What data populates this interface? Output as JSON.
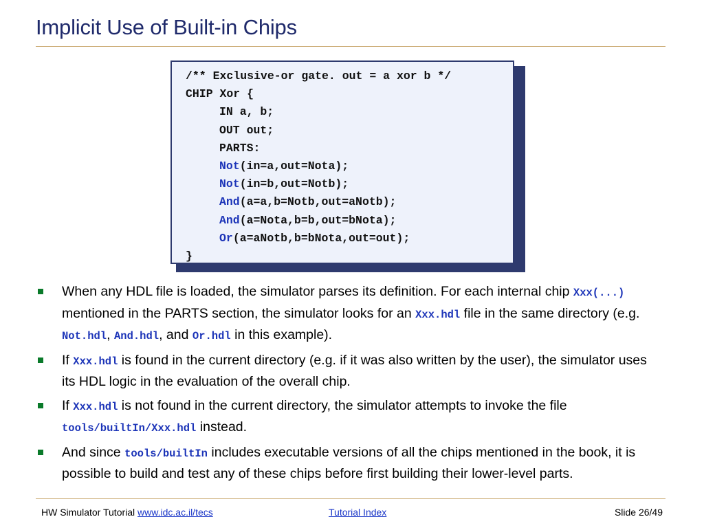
{
  "slide": {
    "title": "Implicit Use of Built-in Chips"
  },
  "code": {
    "lines": [
      "/** Exclusive-or gate. out = a xor b */",
      "CHIP Xor {",
      "IN a, b;",
      "OUT out;",
      "PARTS:",
      "Not",
      "(in=a,out=Nota);",
      "Not",
      "(in=b,out=Notb);",
      "And",
      "(a=a,b=Notb,out=aNotb);",
      "And",
      "(a=Nota,b=b,out=bNota);",
      "Or",
      "(a=aNotb,b=bNota,out=out);",
      "}"
    ]
  },
  "bullets": [
    {
      "t1": "When any HDL file is loaded, the simulator parses its definition.  For each internal chip ",
      "c1": "Xxx(...)",
      "t2": " mentioned in the PARTS section, the simulator looks for an ",
      "c2": "Xxx.hdl",
      "t3": " file in the same directory (e.g. ",
      "c3": "Not.hdl",
      "t4": ", ",
      "c4": "And.hdl",
      "t5": ", and ",
      "c5": "Or.hdl",
      "t6": " in this example)."
    },
    {
      "t1": "If ",
      "c1": "Xxx.hdl",
      "t2": " is found in the current directory (e.g. if it was also written by the user), the simulator uses its HDL logic in the evaluation of the overall chip."
    },
    {
      "t1": "If ",
      "c1": "Xxx.hdl",
      "t2": " is not found in the current directory, the simulator attempts to invoke the file ",
      "c2": "tools/builtIn/Xxx.hdl",
      "t3": " instead."
    },
    {
      "t1": "And since ",
      "c1": "tools/builtIn",
      "t2": " includes executable versions of all the chips mentioned in the book, it is possible to build and test any of these chips before first building their lower-level parts."
    }
  ],
  "footer": {
    "left_text": "HW Simulator Tutorial ",
    "left_link": "www.idc.ac.il/tecs",
    "mid_link": "Tutorial Index",
    "right_text": "Slide 26/49"
  },
  "colors": {
    "title": "#1f2a6b",
    "rule": "#c8a56a",
    "code_bg": "#eef2fb",
    "code_border": "#2e3a6e",
    "keyword": "#1c34b8",
    "bullet": "#0a7a2a",
    "link": "#1a36c8"
  }
}
